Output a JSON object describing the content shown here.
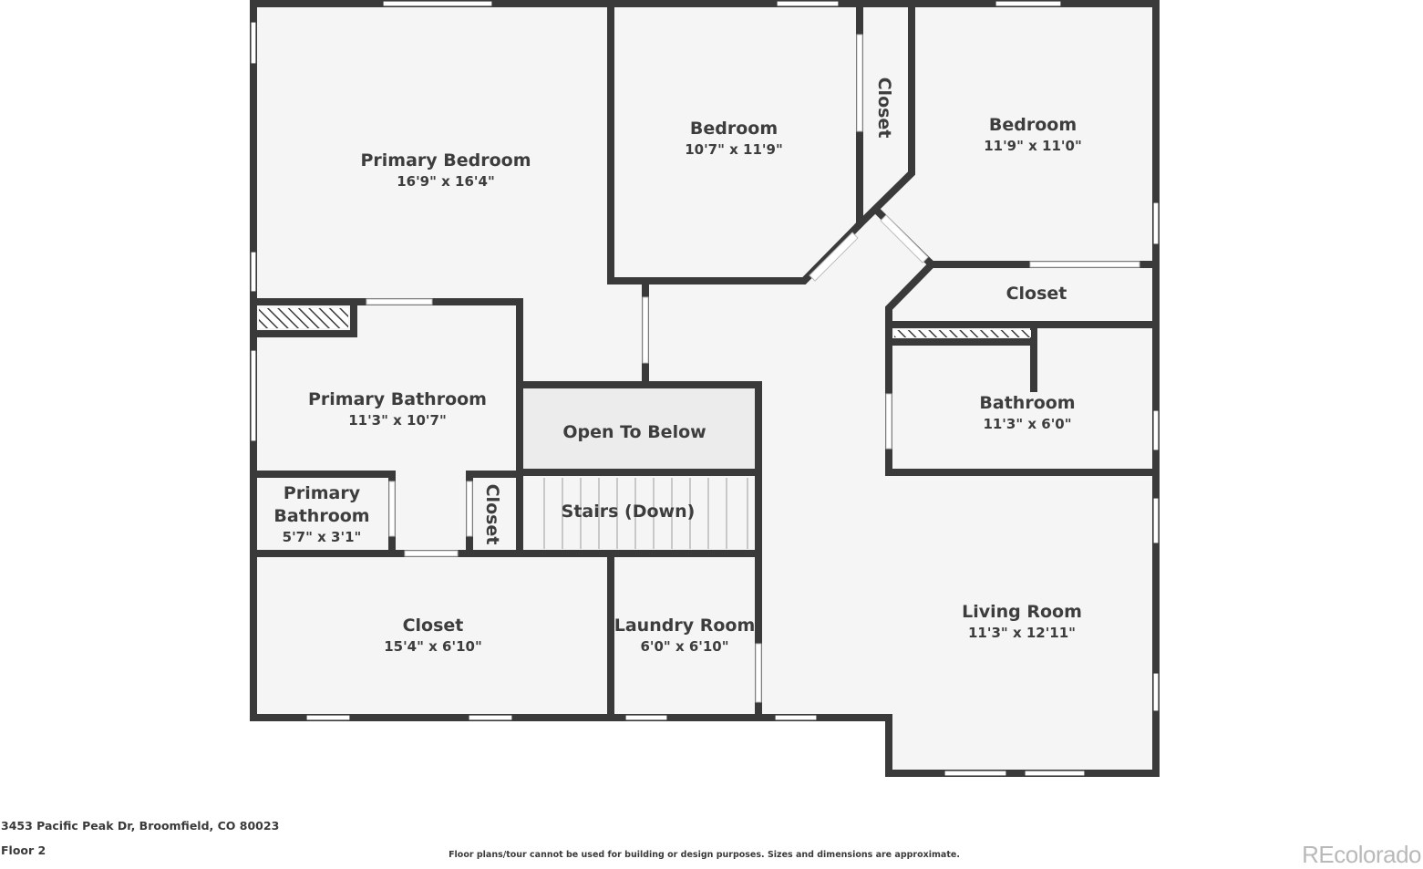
{
  "rooms": {
    "primary_bedroom": {
      "name": "Primary Bedroom",
      "dims": "16'9\" x 16'4\""
    },
    "bedroom_1": {
      "name": "Bedroom",
      "dims": "10'7\" x 11'9\""
    },
    "bedroom_2": {
      "name": "Bedroom",
      "dims": "11'9\" x 11'0\""
    },
    "closet_vertical_top": {
      "name": "Closet"
    },
    "closet_hall": {
      "name": "Closet"
    },
    "primary_bathroom": {
      "name": "Primary Bathroom",
      "dims": "11'3\" x 10'7\""
    },
    "open_to_below": {
      "name": "Open To Below"
    },
    "bathroom": {
      "name": "Bathroom",
      "dims": "11'3\" x 6'0\""
    },
    "primary_bathroom_small": {
      "name_line1": "Primary",
      "name_line2": "Bathroom",
      "dims": "5'7\" x 3'1\""
    },
    "closet_vertical_small": {
      "name": "Closet"
    },
    "stairs": {
      "name": "Stairs (Down)"
    },
    "closet_large": {
      "name": "Closet",
      "dims": "15'4\" x 6'10\""
    },
    "laundry_room": {
      "name": "Laundry Room",
      "dims": "6'0\" x 6'10\""
    },
    "living_room": {
      "name": "Living Room",
      "dims": "11'3\" x 12'11\""
    }
  },
  "footer": {
    "address": "3453 Pacific Peak Dr, Broomfield, CO 80023",
    "floor": "Floor 2",
    "disclaimer": "Floor plans/tour cannot be used for building or design purposes. Sizes and dimensions are approximate.",
    "watermark": "REcolorado"
  },
  "colors": {
    "wall": "#3a3a3a",
    "floor": "#f5f5f5",
    "open_to_below": "#ececec",
    "text": "#3d3d3d"
  }
}
